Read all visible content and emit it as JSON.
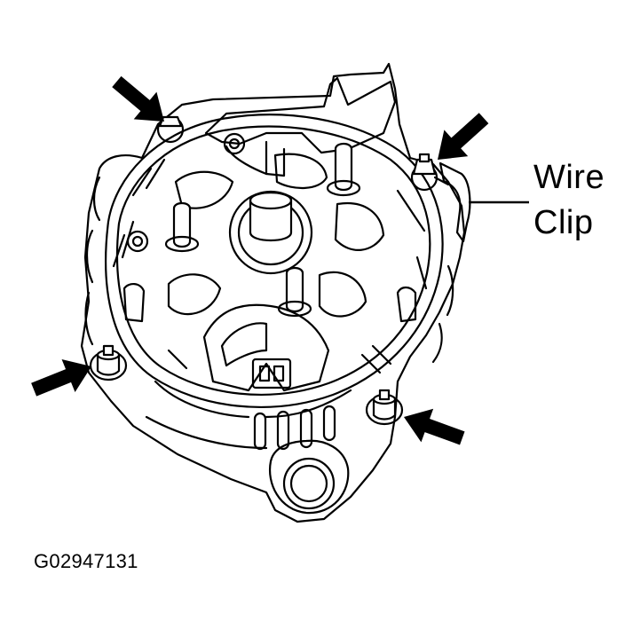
{
  "callout": {
    "line1": "Wire",
    "line2": "Clip"
  },
  "figure_id": "G02947131",
  "icons": [
    "arrow-icon",
    "bolt-icon",
    "wire-clip-icon"
  ],
  "colors": {
    "ink": "#000000",
    "paper": "#ffffff"
  }
}
